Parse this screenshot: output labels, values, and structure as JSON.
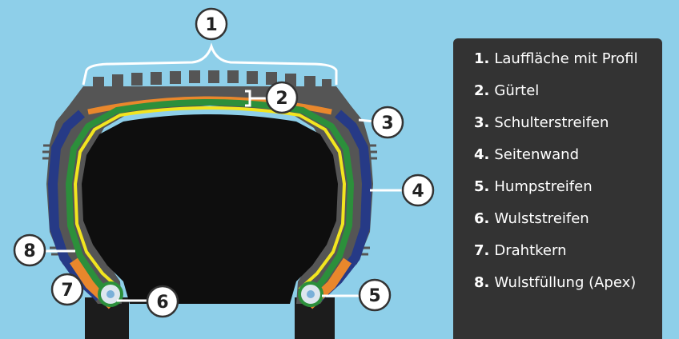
{
  "colors": {
    "background": "#8ecfe9",
    "legend_panel": "#333333",
    "tread_rubber": "#555555",
    "inner_black": "#0e0e0e",
    "belt_orange": "#e9872c",
    "carcass_yellow": "#f2e51f",
    "ply_green": "#2c8f3b",
    "sidewall_blue": "#263a86"
  },
  "callouts": [
    {
      "id": "1",
      "label": "1"
    },
    {
      "id": "2",
      "label": "2"
    },
    {
      "id": "3",
      "label": "3"
    },
    {
      "id": "4",
      "label": "4"
    },
    {
      "id": "5",
      "label": "5"
    },
    {
      "id": "6",
      "label": "6"
    },
    {
      "id": "7",
      "label": "7"
    },
    {
      "id": "8",
      "label": "8"
    }
  ],
  "legend": [
    {
      "num": "1.",
      "text": "Lauffläche mit Profil"
    },
    {
      "num": "2.",
      "text": "Gürtel"
    },
    {
      "num": "3.",
      "text": "Schulterstreifen"
    },
    {
      "num": "4.",
      "text": "Seitenwand"
    },
    {
      "num": "5.",
      "text": "Humpstreifen"
    },
    {
      "num": "6.",
      "text": "Wulststreifen"
    },
    {
      "num": "7.",
      "text": "Drahtkern"
    },
    {
      "num": "8.",
      "text": "Wulstfüllung (Apex)"
    }
  ]
}
